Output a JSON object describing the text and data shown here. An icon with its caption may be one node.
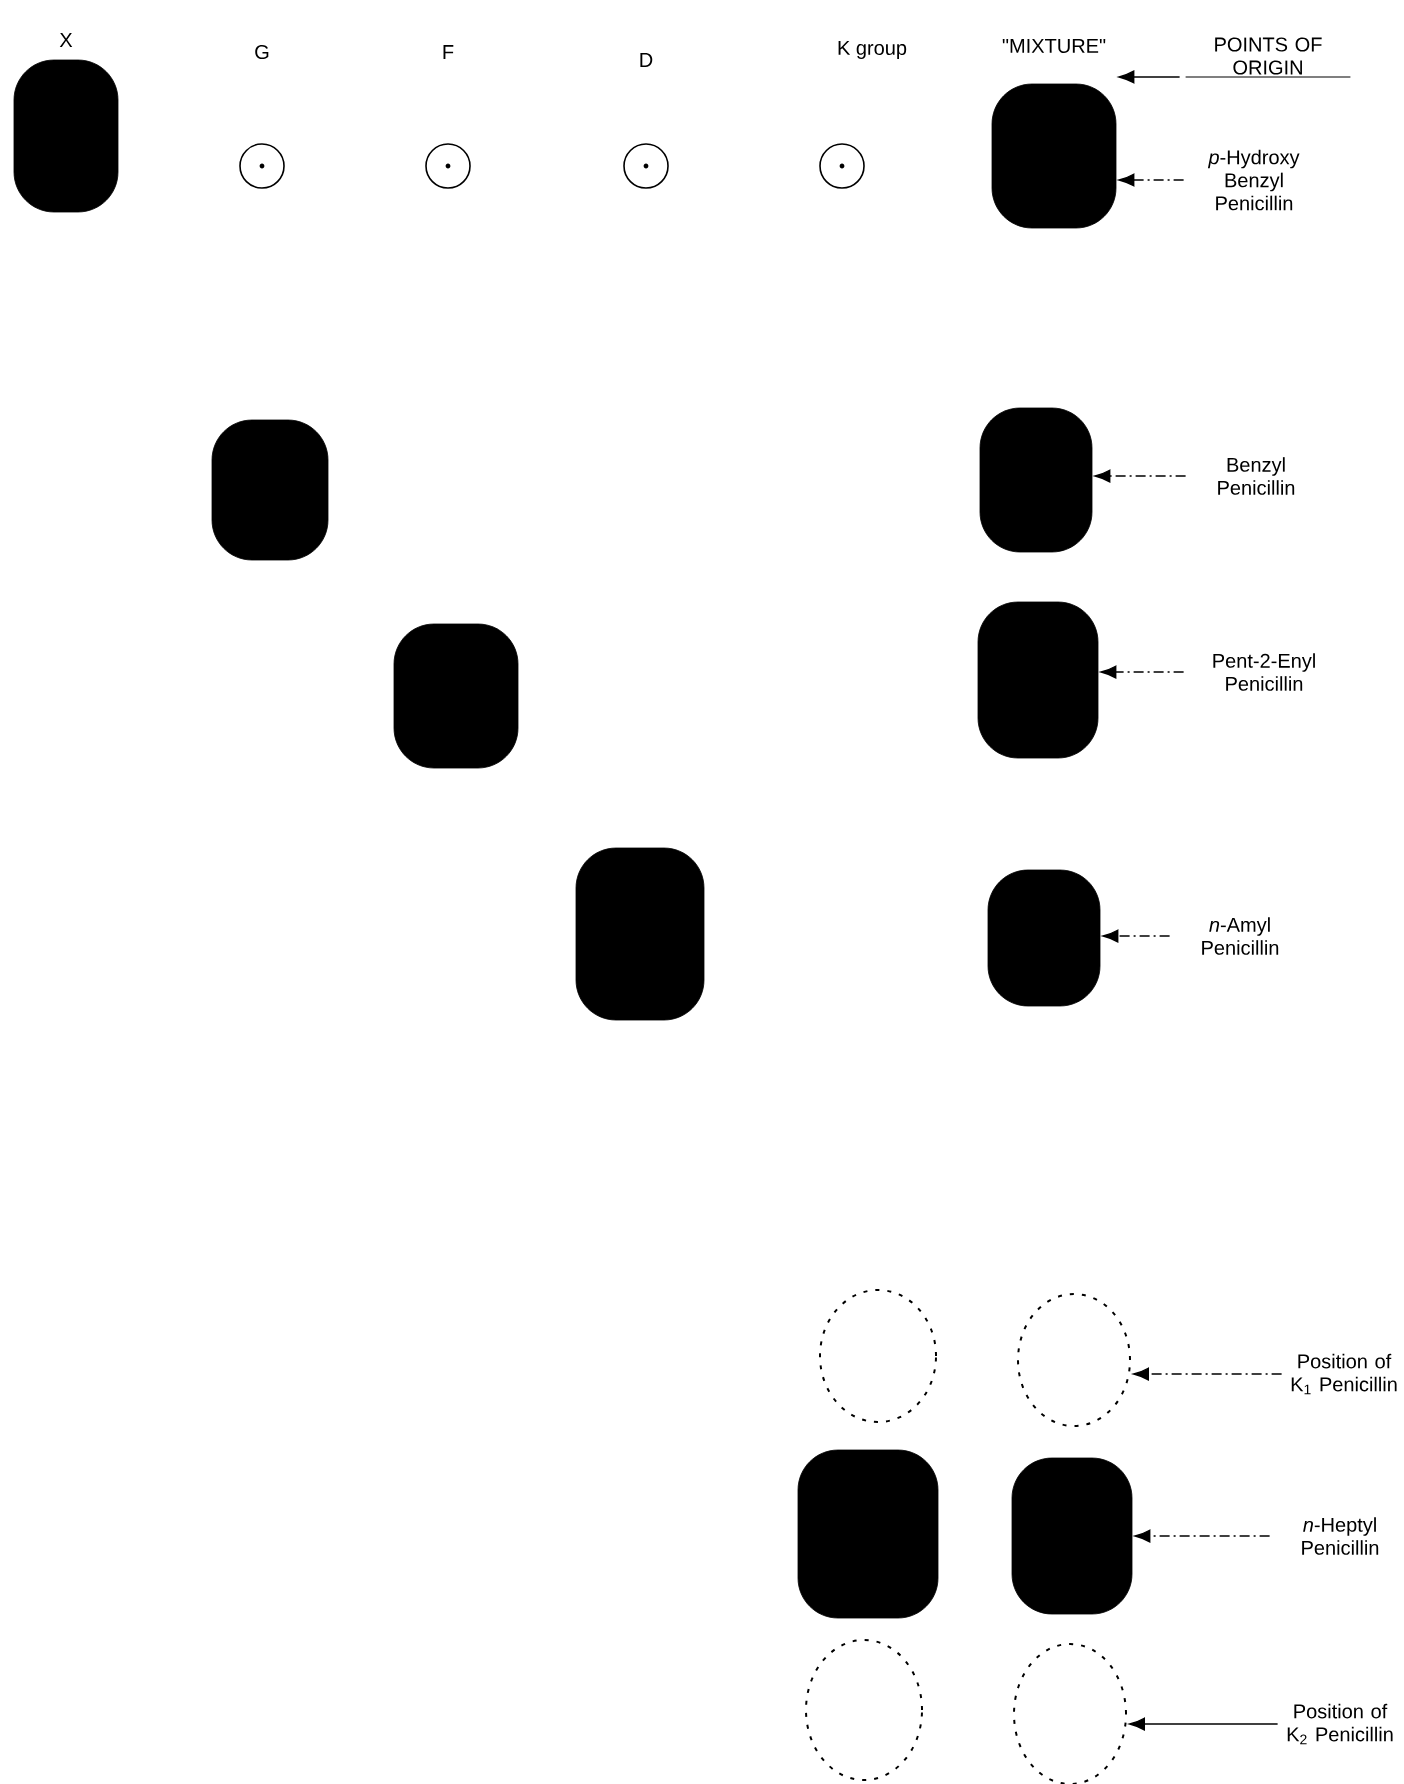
{
  "diagram": {
    "nodes": [
      {
        "text": [],
        "shape": "spot"
      },
      {
        "text": [],
        "shape": "circle"
      },
      {
        "text": [],
        "shape": "circle"
      },
      {
        "text": [],
        "shape": "circle"
      },
      {
        "text": [],
        "shape": "circle"
      },
      {
        "text": [],
        "shape": "spot"
      },
      {
        "text": [
          "POINTS OF ORIGIN"
        ]
      },
      {
        "text": [
          "*p*-Hydroxy Benzyl Penicillin"
        ]
      },
      {
        "text": [],
        "shape": "spot"
      },
      {
        "text": [],
        "shape": "spot"
      },
      {
        "text": [
          "Benzyl Penicillin"
        ]
      },
      {
        "text": [],
        "shape": "spot"
      },
      {
        "text": [],
        "shape": "spot"
      },
      {
        "text": [
          "Pent-2-Enyl Penicillin"
        ]
      },
      {
        "text": [],
        "shape": "spot"
      },
      {
        "text": [],
        "shape": "spot"
      },
      {
        "text": [
          "*n*-Amyl Penicillin"
        ]
      },
      {
        "text": [],
        "shape": "ellipse"
      },
      {
        "text": [],
        "shape": "ellipse"
      },
      {
        "text": [
          "Position of K$_{1}$ Penicillin"
        ]
      },
      {
        "text": [],
        "shape": "spot"
      },
      {
        "text": [],
        "shape": "spot"
      },
      {
        "text": [
          "*n*-Heptyl Penicillin"
        ]
      },
      {
        "text": [],
        "shape": "ellipse"
      },
      {
        "text": [],
        "shape": "ellipse"
      },
      {
        "text": [
          "Position of K$_{2}$ Penicillin"
        ]
      }
    ],
    "edges": [
      {
        "from": 6,
        "to": 5,
        "arrow": "to"
      },
      {
        "from": 7,
        "to": 5,
        "arrow": "to",
        "style": "dashed"
      },
      {
        "from": 10,
        "to": 9,
        "arrow": "to",
        "style": "dashed"
      },
      {
        "from": 13,
        "to": 12,
        "arrow": "to",
        "style": "dashed"
      },
      {
        "from": 16,
        "to": 15,
        "arrow": "to",
        "style": "dashed"
      },
      {
        "from": 19,
        "to": 18,
        "arrow": "to",
        "style": "dashed"
      },
      {
        "from": 22,
        "to": 21,
        "arrow": "to",
        "style": "dashed"
      },
      {
        "from": 25,
        "to": 24,
        "arrow": "to"
      }
    ],
    "labels": [
      "X",
      "G",
      "F",
      "D",
      "K group",
      "\"MIXTURE\""
    ]
  }
}
